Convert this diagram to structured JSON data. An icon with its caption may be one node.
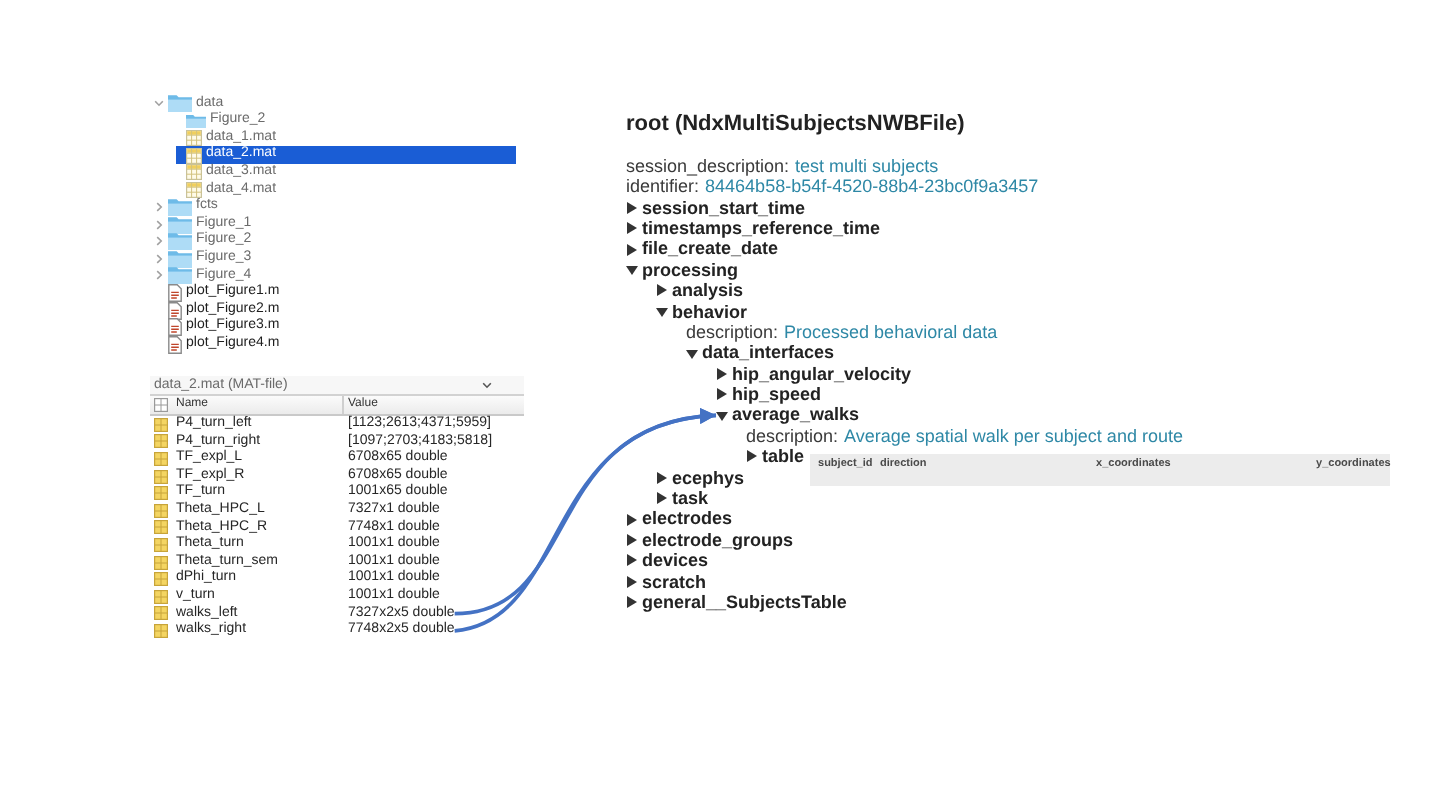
{
  "diagram": {
    "nodes": [
      {
        "text": [
          "walks_left",
          "7327x2x5 double"
        ]
      },
      {
        "text": [
          "walks_right",
          "7748x2x5 double"
        ]
      },
      {
        "text": [
          "average_walks"
        ]
      }
    ],
    "edges": [
      {
        "from": 0,
        "to": 2,
        "arrow": "to"
      },
      {
        "from": 1,
        "to": 2,
        "arrow": "to"
      }
    ],
    "labels": [
      "data",
      "Figure_2",
      "data_1.mat",
      "data_2.mat",
      "data_3.mat",
      "data_4.mat",
      "fcts",
      "Figure_1",
      "Figure_2",
      "Figure_3",
      "Figure_4",
      "plot_Figure1.m",
      "plot_Figure2.m",
      "plot_Figure3.m",
      "plot_Figure4.m",
      "data_2.mat (MAT-file)",
      "Name",
      "Value",
      "P4_turn_left",
      "[1123;2613;4371;5959]",
      "P4_turn_right",
      "[1097;2703;4183;5818]",
      "TF_expl_L",
      "6708x65 double",
      "TF_expl_R",
      "6708x65 double",
      "TF_turn",
      "1001x65 double",
      "Theta_HPC_L",
      "7327x1 double",
      "Theta_HPC_R",
      "7748x1 double",
      "Theta_turn",
      "1001x1 double",
      "Theta_turn_sem",
      "1001x1 double",
      "dPhi_turn",
      "1001x1 double",
      "v_turn",
      "1001x1 double",
      "root (NdxMultiSubjectsNWBFile)",
      "session_description:",
      "test multi subjects",
      "identifier:",
      "84464b58-b54f-4520-88b4-23bc0f9a3457",
      "session_start_time",
      "timestamps_reference_time",
      "file_create_date",
      "processing",
      "analysis",
      "behavior",
      "description:",
      "Processed behavioral data",
      "data_interfaces",
      "hip_angular_velocity",
      "hip_speed",
      "description:",
      "Average spatial walk per subject and route",
      "table",
      "subject_id",
      "direction",
      "x_coordinates",
      "y_coordinates",
      "ecephys",
      "task",
      "electrodes",
      "electrode_groups",
      "devices",
      "scratch",
      "general__SubjectsTable"
    ]
  }
}
